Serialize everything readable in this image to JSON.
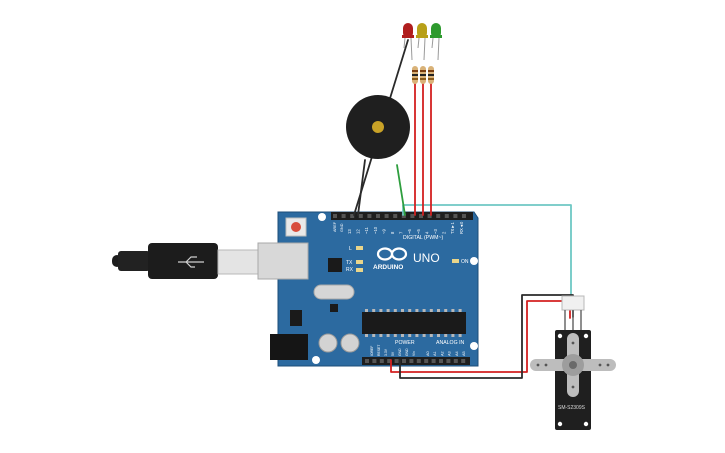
{
  "board": {
    "logo": "ARDUINO",
    "model": "UNO",
    "digital_label": "DIGITAL (PWM~)",
    "power_label": "POWER",
    "analog_label": "ANALOG IN",
    "led_l": "L",
    "led_tx": "TX",
    "led_rx": "RX",
    "led_on": "ON",
    "aref": "AREF",
    "gnd": "GND",
    "digital_pins": [
      "13",
      "12",
      "~11",
      "~10",
      "~9",
      "8",
      "7",
      "~6",
      "~5",
      "4",
      "~3",
      "2",
      "TX►1",
      "RX◄0"
    ],
    "power_pins": [
      "IOREF",
      "RESET",
      "3.3V",
      "5V",
      "GND",
      "GND",
      "Vin"
    ],
    "analog_pins": [
      "A0",
      "A1",
      "A2",
      "A3",
      "A4",
      "A5"
    ]
  },
  "servo": {
    "label": "SM-S2309S"
  },
  "leds": [
    {
      "color": "red",
      "hex": "#b01e1e"
    },
    {
      "color": "yellow",
      "hex": "#b8a018"
    },
    {
      "color": "green",
      "hex": "#2e9a2e"
    }
  ],
  "colors": {
    "board": "#2c6aa0",
    "wire_black": "#2a2a2a",
    "wire_red": "#d42020",
    "wire_green": "#2e9e3e",
    "wire_teal": "#6ec8c4"
  }
}
